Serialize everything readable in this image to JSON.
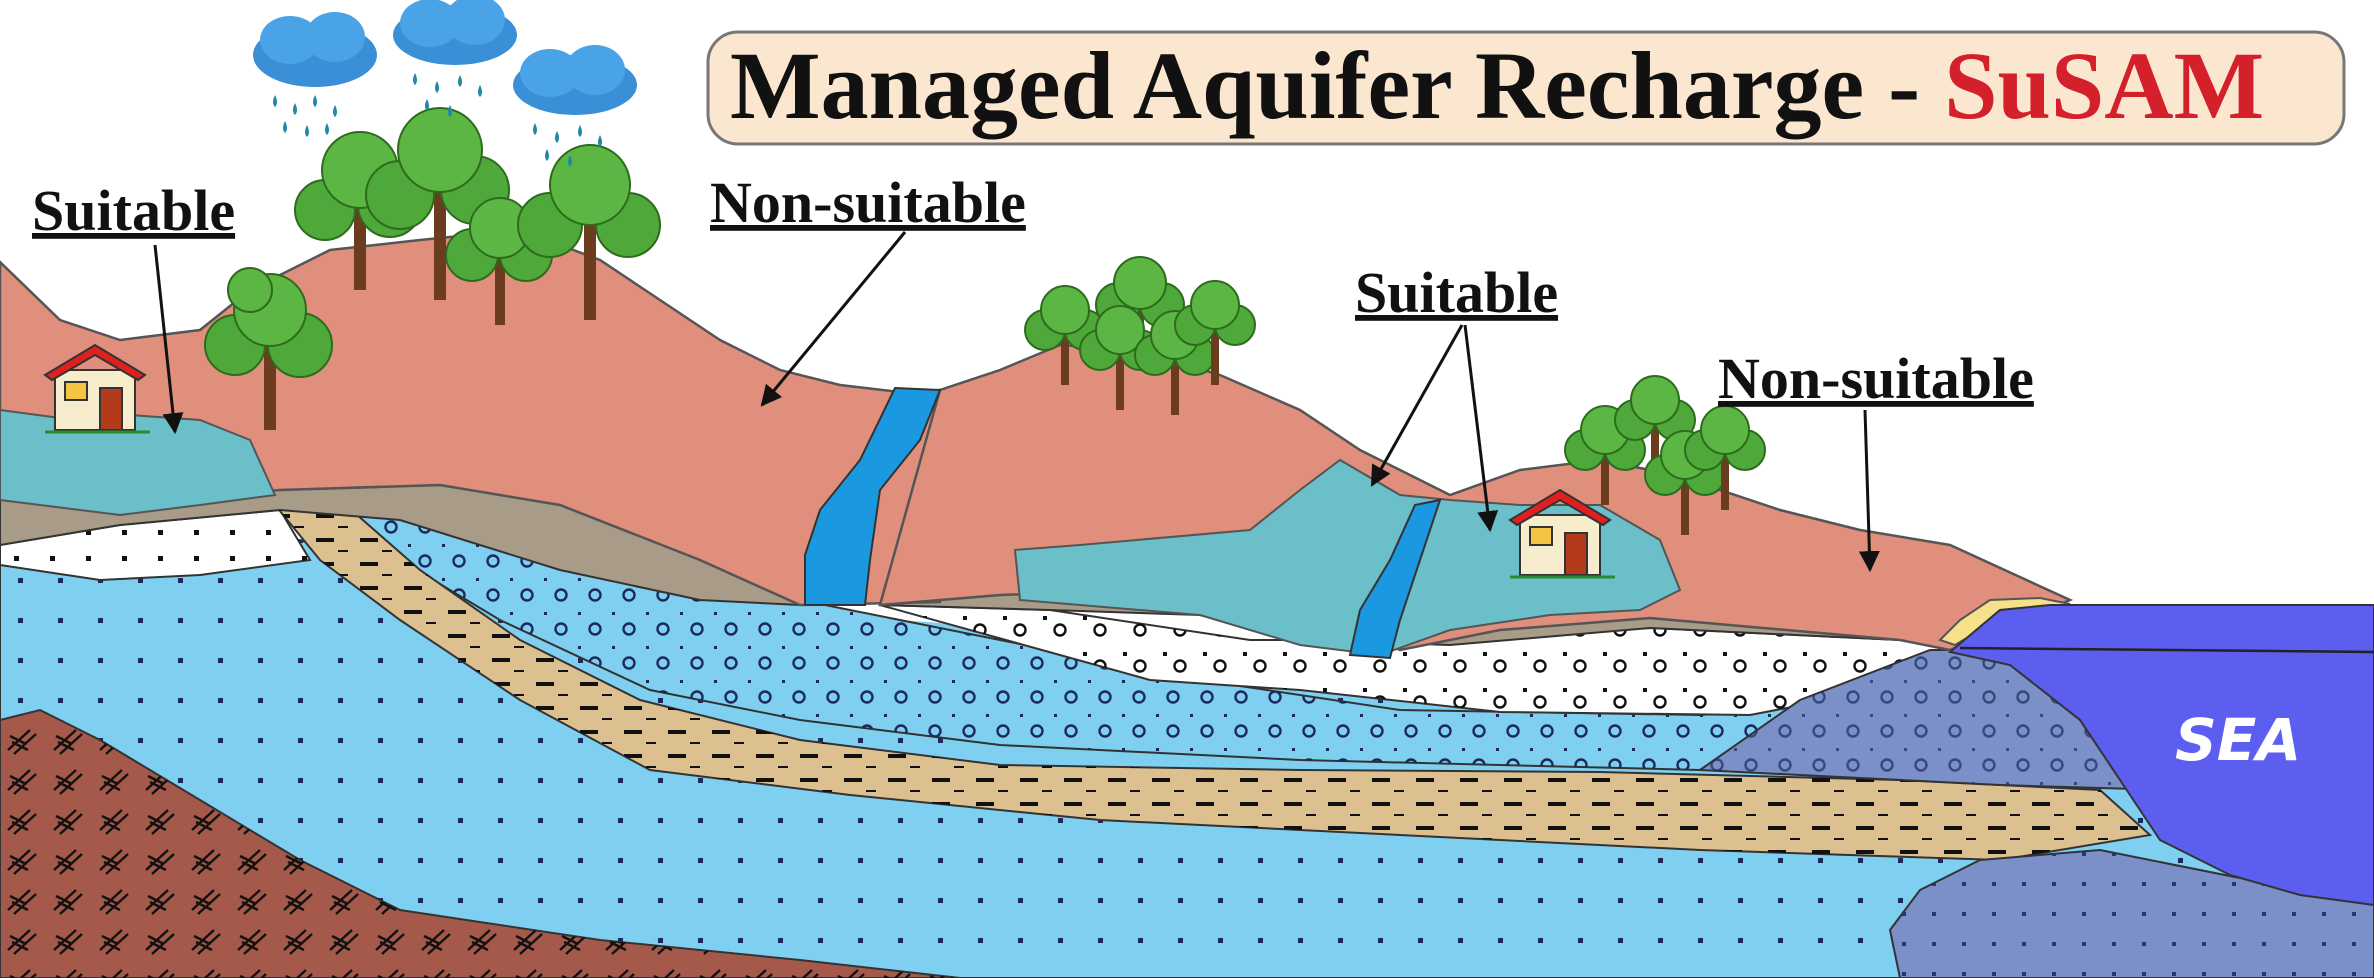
{
  "title": {
    "main": "Managed Aquifer Recharge - ",
    "highlight": "SuSAM"
  },
  "labels": {
    "suitable_left": "Suitable",
    "non_suitable_left": "Non-suitable",
    "suitable_center": "Suitable",
    "non_suitable_right": "Non-suitable",
    "sea": "SEA"
  },
  "colors": {
    "title_box_fill": "#fbe6d0",
    "title_highlight": "#d4202a",
    "hill": "#df8f7c",
    "suitable_zone": "#6bbfc9",
    "aquifer": "#7fcff0",
    "clay_layer": "#ddc08f",
    "gravel_layer": "#a89c88",
    "bedrock": "#a5594a",
    "sea": "#5c5ef0",
    "saline_wedge": "#7b8fc8",
    "river": "#1a98e0",
    "tree_foliage": "#4fa93a",
    "house_roof": "#e01f1f"
  },
  "icons": [
    "rain-cloud-icon",
    "tree-icon",
    "house-icon",
    "arrow-icon"
  ]
}
